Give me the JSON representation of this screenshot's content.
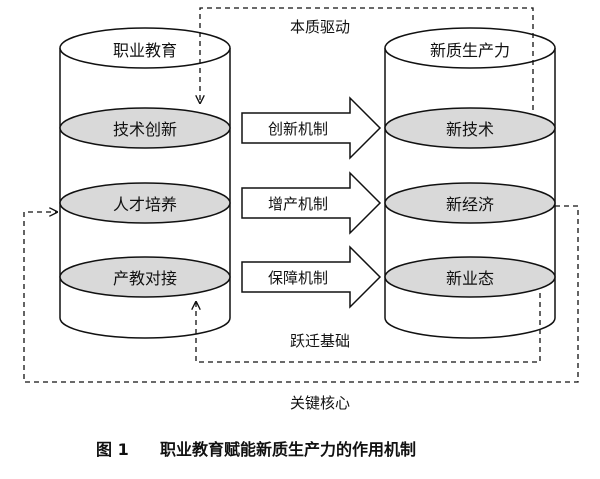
{
  "left_cylinder": {
    "title": "职业教育",
    "items": [
      "技术创新",
      "人才培养",
      "产教对接"
    ]
  },
  "right_cylinder": {
    "title": "新质生产力",
    "items": [
      "新技术",
      "新经济",
      "新业态"
    ]
  },
  "mechanisms": [
    "创新机制",
    "增产机制",
    "保障机制"
  ],
  "loops": {
    "top": "本质驱动",
    "inner_bottom": "跃迁基础",
    "outer_bottom": "关键核心"
  },
  "caption": {
    "figure_no": "图 1",
    "title": "职业教育赋能新质生产力的作用机制"
  },
  "colors": {
    "ellipse_fill": "#d9d9d9",
    "stroke": "#111111"
  }
}
